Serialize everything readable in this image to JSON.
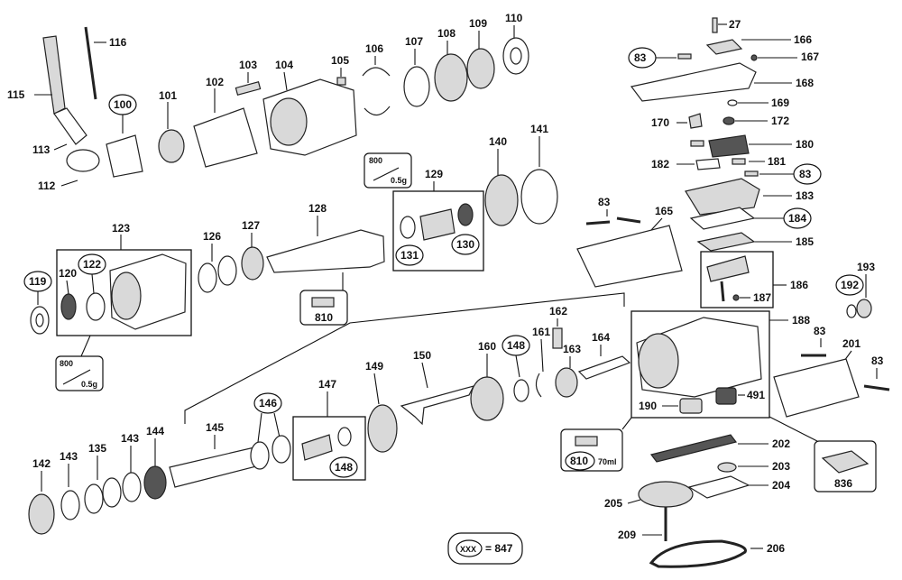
{
  "labels": {
    "p27": "27",
    "p83": "83",
    "p100": "100",
    "p101": "101",
    "p102": "102",
    "p103": "103",
    "p104": "104",
    "p105": "105",
    "p106": "106",
    "p107": "107",
    "p108": "108",
    "p109": "109",
    "p110": "110",
    "p112": "112",
    "p113": "113",
    "p115": "115",
    "p116": "116",
    "p119": "119",
    "p120": "120",
    "p122": "122",
    "p123": "123",
    "p126": "126",
    "p127": "127",
    "p128": "128",
    "p129": "129",
    "p130": "130",
    "p131": "131",
    "p135": "135",
    "p140": "140",
    "p141": "141",
    "p142": "142",
    "p143": "143",
    "p144": "144",
    "p145": "145",
    "p146": "146",
    "p147": "147",
    "p148": "148",
    "p149": "149",
    "p150": "150",
    "p160": "160",
    "p161": "161",
    "p162": "162",
    "p163": "163",
    "p164": "164",
    "p165": "165",
    "p166": "166",
    "p167": "167",
    "p168": "168",
    "p169": "169",
    "p170": "170",
    "p172": "172",
    "p180": "180",
    "p181": "181",
    "p182": "182",
    "p183": "183",
    "p184": "184",
    "p185": "185",
    "p186": "186",
    "p187": "187",
    "p188": "188",
    "p190": "190",
    "p192": "192",
    "p193": "193",
    "p201": "201",
    "p202": "202",
    "p203": "203",
    "p204": "204",
    "p205": "205",
    "p206": "206",
    "p209": "209",
    "p491": "491",
    "p810": "810",
    "p800": "800",
    "p836": "836"
  },
  "grease_spec": {
    "amount_a": "0.5g",
    "amount_b": "0.5g",
    "volume": "70ml"
  },
  "legend": {
    "placeholder": "XXX",
    "equals": "= 847"
  }
}
